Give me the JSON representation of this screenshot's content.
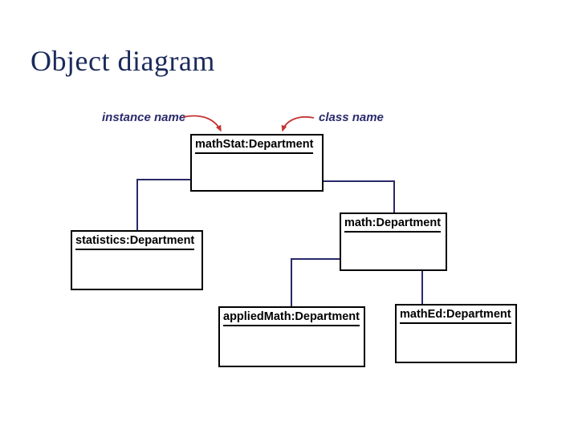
{
  "slide": {
    "title": "Object diagram",
    "title_color": "#1b2a5a",
    "background_color": "#ffffff"
  },
  "callouts": {
    "instance_name_label": "instance name",
    "class_name_label": "class name",
    "label_color": "#2b2b6e",
    "arrow_color": "#c43434"
  },
  "diagram": {
    "connector_color": "#28286a",
    "box_border_color": "#000000",
    "box_text_color": "#000000",
    "boxes": [
      {
        "label": "mathStat:Department"
      },
      {
        "label": "statistics:Department"
      },
      {
        "label": "math:Department"
      },
      {
        "label": "appliedMath:Department"
      },
      {
        "label": "mathEd:Department"
      }
    ],
    "connections": [
      {
        "from": "mathStat:Department",
        "to": "statistics:Department"
      },
      {
        "from": "mathStat:Department",
        "to": "math:Department"
      },
      {
        "from": "math:Department",
        "to": "appliedMath:Department"
      },
      {
        "from": "math:Department",
        "to": "mathEd:Department"
      }
    ]
  }
}
